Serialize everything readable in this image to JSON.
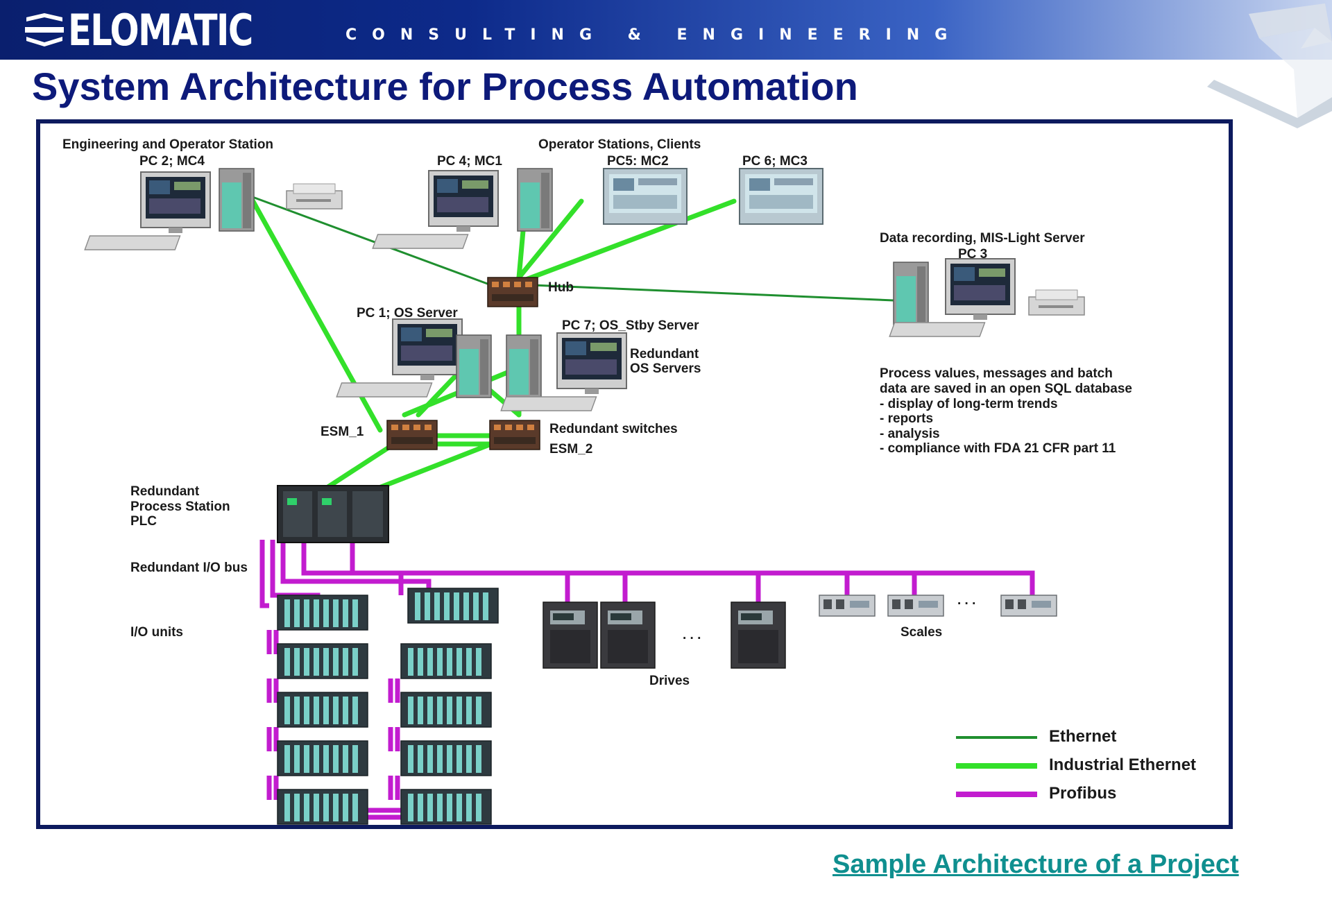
{
  "header": {
    "logo_text": "ELOMATIC",
    "tagline": "CONSULTING & ENGINEERING"
  },
  "title": "System Architecture for Process Automation",
  "diagram": {
    "labels": {
      "eng_station": "Engineering and Operator Station",
      "pc2": "PC 2; MC4",
      "operator_clients": "Operator Stations, Clients",
      "pc4": "PC 4; MC1",
      "pc5": "PC5: MC2",
      "pc6": "PC 6; MC3",
      "data_recording": "Data recording, MIS-Light Server",
      "pc3": "PC 3",
      "hub": "Hub",
      "pc1": "PC 1; OS Server",
      "pc7": "PC 7; OS_Stby Server",
      "redundant_os_1": "Redundant",
      "redundant_os_2": "OS Servers",
      "esm1": "ESM_1",
      "redundant_switches": "Redundant switches",
      "esm2": "ESM_2",
      "plc_1": "Redundant",
      "plc_2": "Process Station",
      "plc_3": "PLC",
      "io_bus": "Redundant I/O bus",
      "io_units": "I/O units",
      "drives": "Drives",
      "scales": "Scales",
      "ellipsis_drives": ". . .",
      "ellipsis_scales": ". . ."
    },
    "notes": [
      "Process values, messages and batch",
      "data are saved in an open SQL database",
      "- display of long-term  trends",
      "- reports",
      "- analysis",
      "- compliance with FDA 21 CFR part 11"
    ],
    "legend": [
      {
        "label": "Ethernet",
        "color": "#1f8f2f"
      },
      {
        "label": "Industrial Ethernet",
        "color": "#33e02a"
      },
      {
        "label": "Profibus",
        "color": "#c21ccf"
      }
    ],
    "colors": {
      "ethernet": "#1f8f2f",
      "industrial_ethernet": "#33e02a",
      "profibus": "#c21ccf",
      "frame": "#0d1a5e"
    }
  },
  "footer": {
    "link_text": "Sample Architecture  of a Project"
  }
}
